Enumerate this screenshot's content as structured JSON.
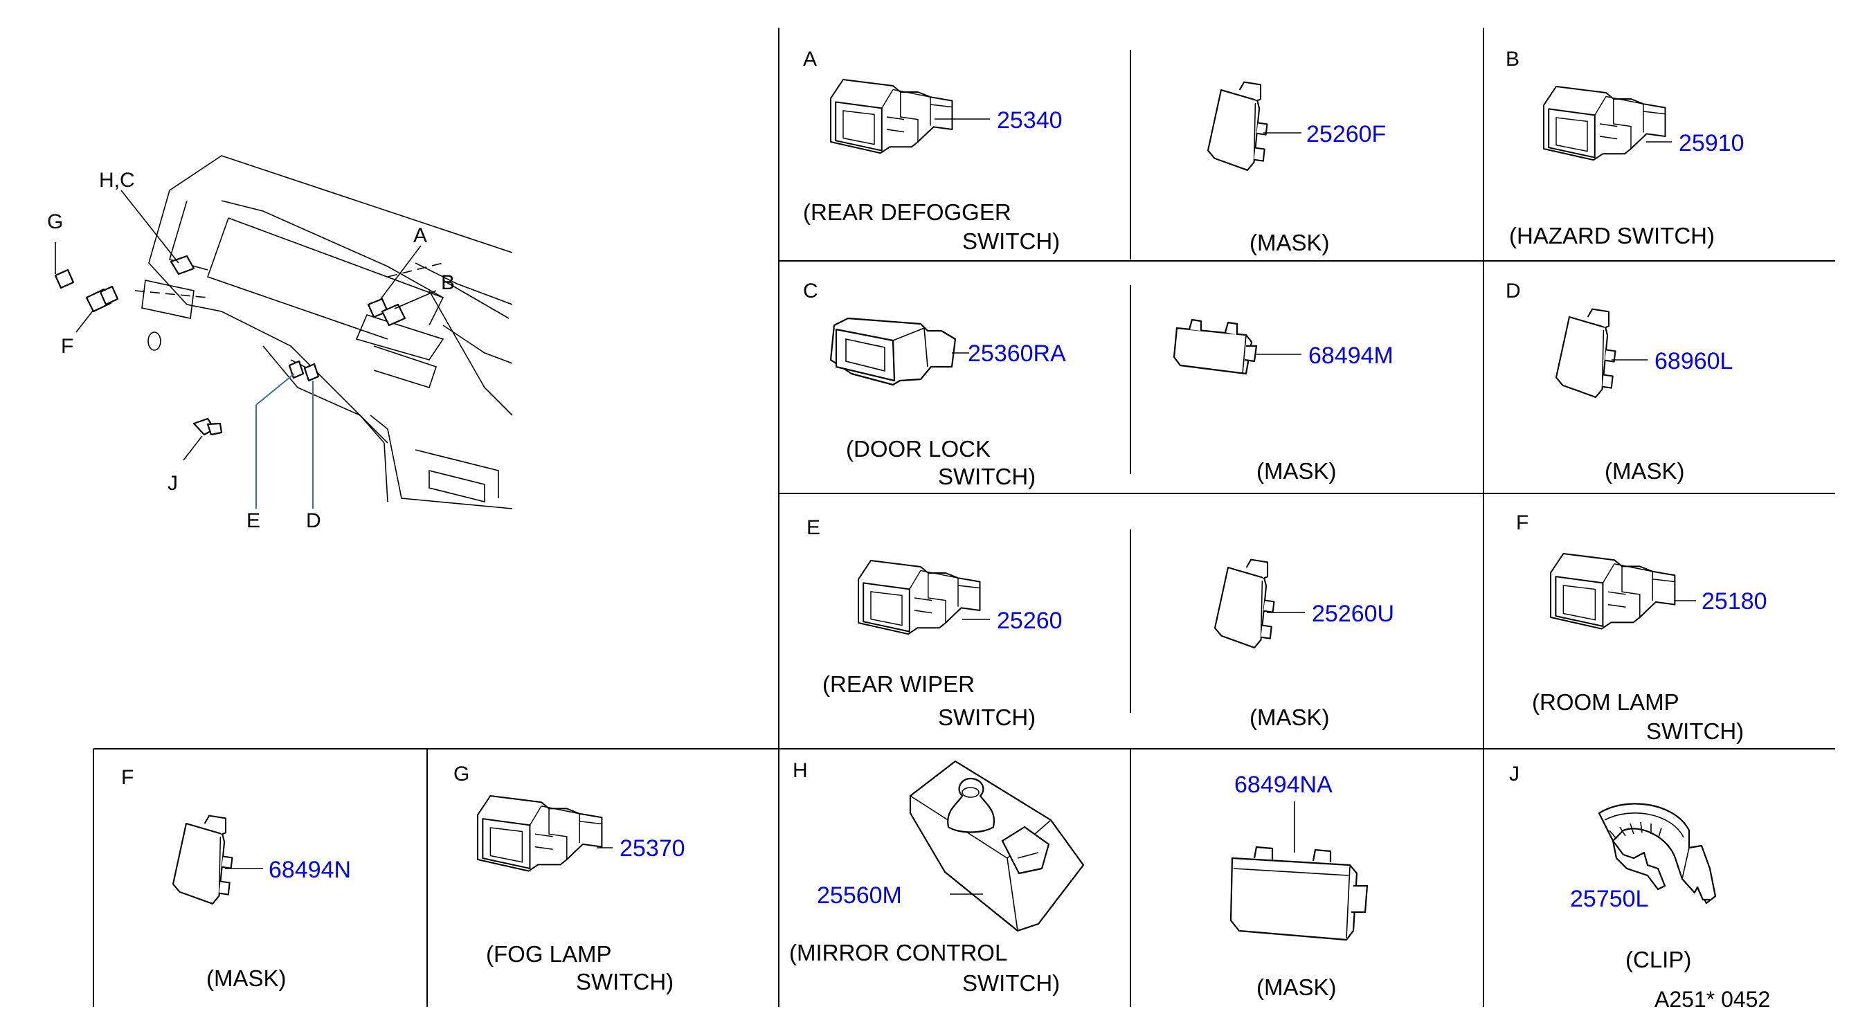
{
  "colors": {
    "part_number": "#0000ee",
    "text": "#000000",
    "line": "#000000",
    "background": "#ffffff"
  },
  "overview": {
    "labels": {
      "hc": "H,C",
      "g": "G",
      "f": "F",
      "a": "A",
      "b": "B",
      "j": "J",
      "e": "E",
      "d": "D"
    }
  },
  "cells": {
    "a_switch": {
      "letter": "A",
      "part_number": "25340",
      "caption_1": "(REAR  DEFOGGER",
      "caption_2": "SWITCH)"
    },
    "a_mask": {
      "part_number": "25260F",
      "caption_1": "(MASK)"
    },
    "b_switch": {
      "letter": "B",
      "part_number": "25910",
      "caption_1": "(HAZARD  SWITCH)"
    },
    "c_switch": {
      "letter": "C",
      "part_number": "25360RA",
      "caption_1": "(DOOR  LOCK",
      "caption_2": "SWITCH)"
    },
    "c_mask": {
      "part_number": "68494M",
      "caption_1": "(MASK)"
    },
    "d_mask": {
      "letter": "D",
      "part_number": "68960L",
      "caption_1": "(MASK)"
    },
    "e_switch": {
      "letter": "E",
      "part_number": "25260",
      "caption_1": "(REAR  WIPER",
      "caption_2": "SWITCH)"
    },
    "e_mask": {
      "part_number": "25260U",
      "caption_1": "(MASK)"
    },
    "f_switch": {
      "letter": "F",
      "part_number": "25180",
      "caption_1": "(ROOM  LAMP",
      "caption_2": "SWITCH)"
    },
    "f_mask": {
      "letter": "F",
      "part_number": "68494N",
      "caption_1": "(MASK)"
    },
    "g_switch": {
      "letter": "G",
      "part_number": "25370",
      "caption_1": "(FOG  LAMP",
      "caption_2": "SWITCH)"
    },
    "h_switch": {
      "letter": "H",
      "part_number": "25560M",
      "caption_1": "(MIRROR  CONTROL",
      "caption_2": "SWITCH)"
    },
    "h_mask": {
      "part_number": "68494NA",
      "caption_1": "(MASK)"
    },
    "j_clip": {
      "letter": "J",
      "part_number": "25750L",
      "caption_1": "(CLIP)"
    }
  },
  "footer": {
    "drawing_code": "A251*  0452"
  }
}
